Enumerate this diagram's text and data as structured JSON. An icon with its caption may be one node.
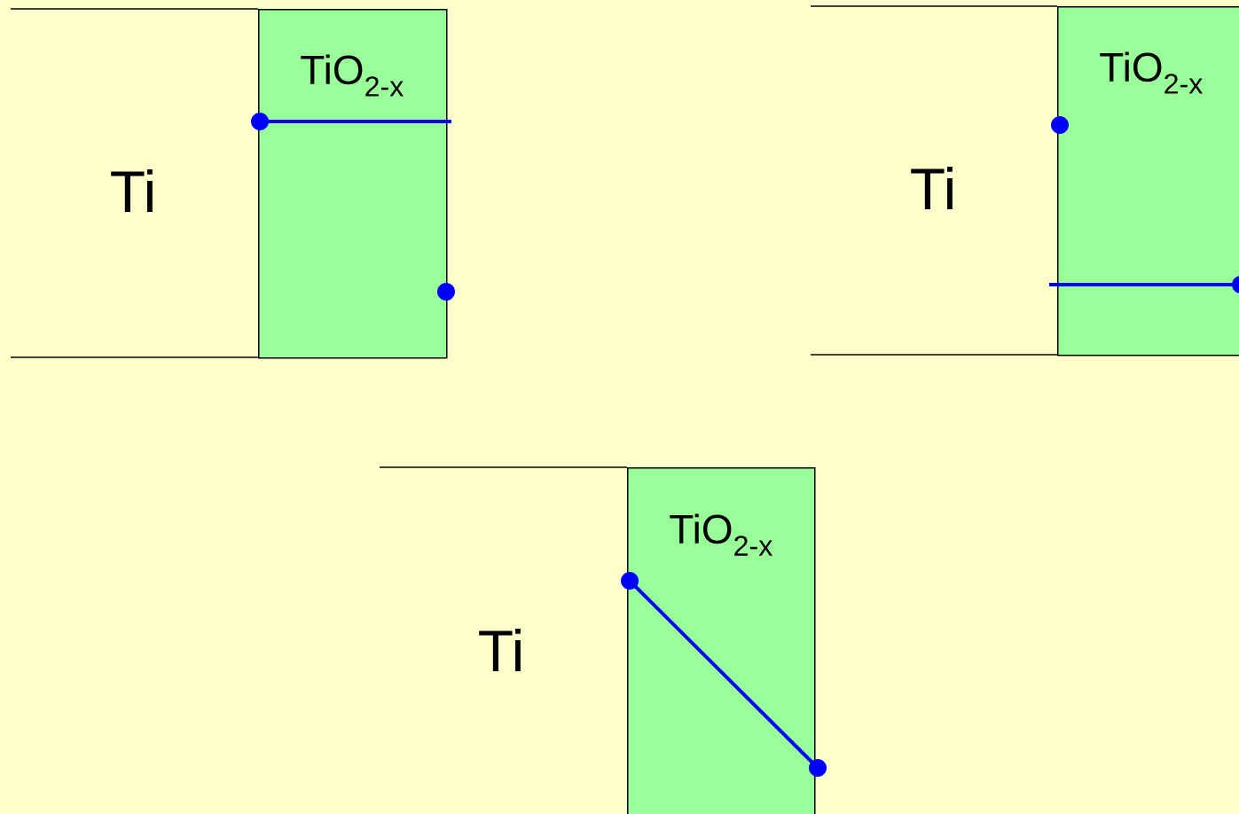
{
  "diagram": {
    "nodes": [
      {
        "text": [
          "TiO$_{2-x}$"
        ]
      },
      {
        "text": [
          "TiO$_{2-x}$"
        ]
      },
      {
        "text": [
          "TiO$_{2-x}$"
        ]
      }
    ],
    "labels": [
      "Ti",
      "Ti",
      "Ti"
    ]
  }
}
